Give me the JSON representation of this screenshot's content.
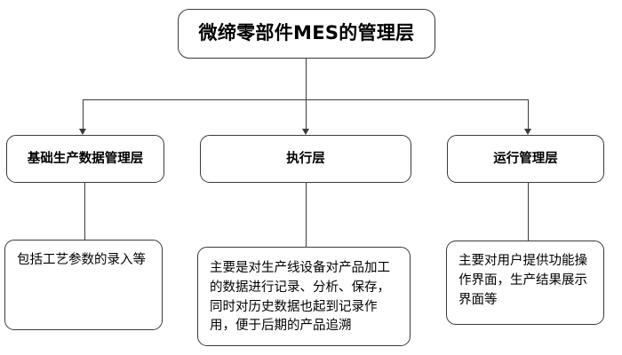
{
  "diagram": {
    "title_node": {
      "id": "title",
      "label": "微缔零部件MES的管理层"
    },
    "layers": [
      {
        "id": "basic-production-data",
        "label": "基础生产数据管理层"
      },
      {
        "id": "execution",
        "label": "执行层"
      },
      {
        "id": "operation-management",
        "label": "运行管理层"
      }
    ],
    "descriptions": [
      {
        "id": "basic-production-data-desc",
        "label": "包括工艺参数的录入等"
      },
      {
        "id": "execution-desc",
        "label": "主要是对生产线设备对产品加工的数据进行记录、分析、保存，同时对历史数据也起到记录作用，便于后期的产品追溯"
      },
      {
        "id": "operation-management-desc",
        "label": "主要对用户提供功能操作界面，生产结果展示界面等"
      }
    ],
    "colors": {
      "background": "#ffffff",
      "node_fill": "#ffffff",
      "border": "#3a3a3a",
      "text": "#000000"
    }
  }
}
